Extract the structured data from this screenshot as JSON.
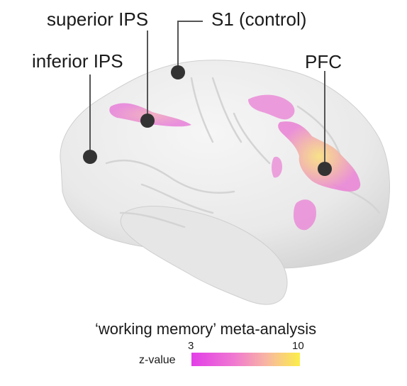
{
  "labels": {
    "superior_ips": "superior IPS",
    "s1": "S1 (control)",
    "inferior_ips": "inferior IPS",
    "pfc": "PFC"
  },
  "caption": "‘working memory’ meta-analysis",
  "colorbar": {
    "title": "z-value",
    "min_label": "3",
    "max_label": "10",
    "min_color": "#e23ee8",
    "max_color": "#fbee4a"
  },
  "colors": {
    "brain": "#ebebeb",
    "marker": "#333333",
    "activation_low": "#e86ad8",
    "activation_high": "#f7d08a"
  }
}
